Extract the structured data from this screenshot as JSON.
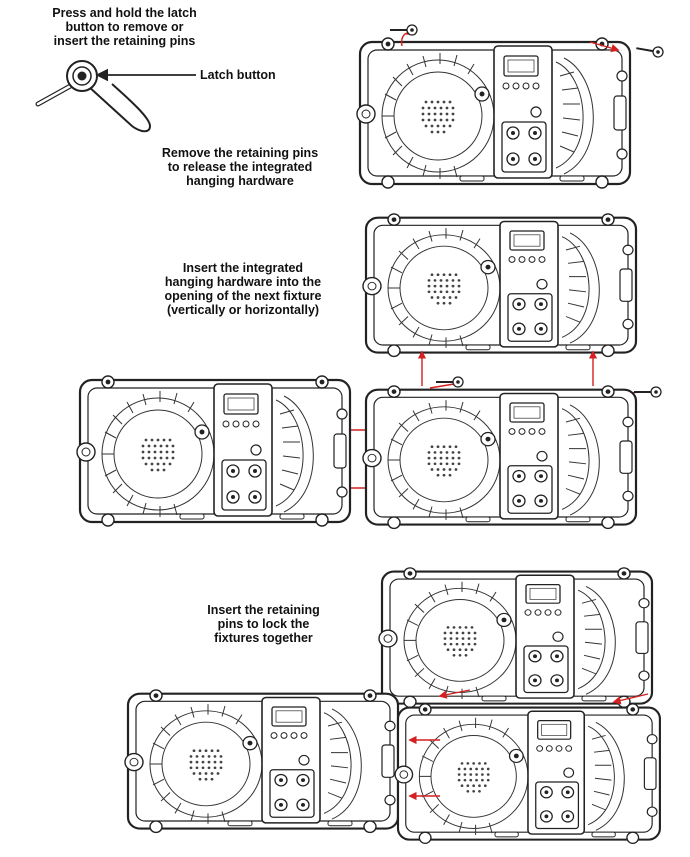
{
  "labels": {
    "press_hold_1": "Press and hold the latch",
    "press_hold_2": "button to remove or",
    "press_hold_3": "insert the retaining pins",
    "latch_button": "Latch button",
    "remove_1": "Remove the retaining pins",
    "remove_2": "to release the integrated",
    "remove_3": "hanging hardware",
    "insert_hw_1": "Insert the integrated",
    "insert_hw_2": "hanging hardware into the",
    "insert_hw_3": "opening of the next fixture",
    "insert_hw_4": "(vertically or horizontally)",
    "insert_pins_1": "Insert the retaining",
    "insert_pins_2": "pins to lock the",
    "insert_pins_3": "fixtures together"
  },
  "colors": {
    "arrow": "#d42020",
    "line": "#222222"
  },
  "icons": [
    "retaining-pin-icon",
    "latch-button-icon",
    "fixture-icon",
    "arrow-icon"
  ]
}
